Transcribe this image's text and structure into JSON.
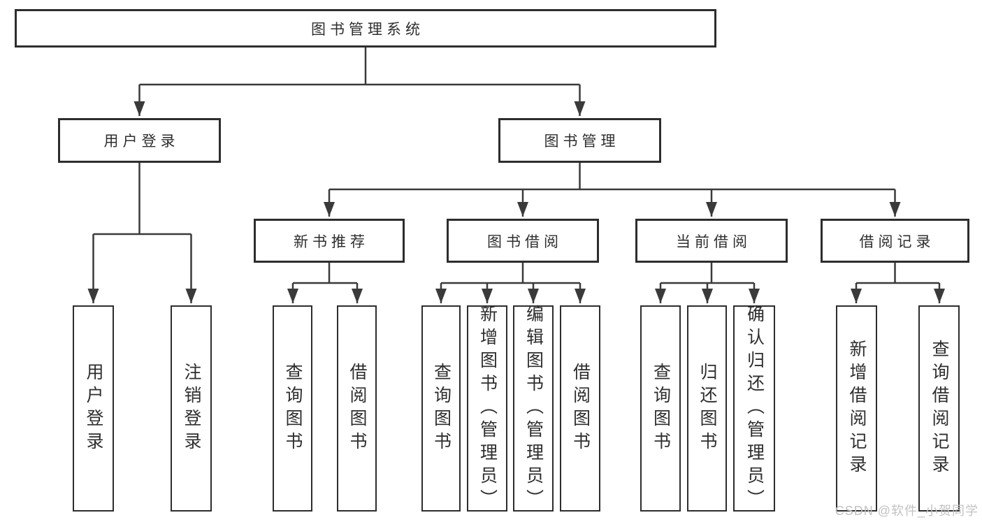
{
  "title": "图书管理系统",
  "watermark": "CSDN @软件_小贺同学",
  "colors": {
    "background": "#ffffff",
    "line": "#3a3a3a",
    "box_border": "#2d2d2d",
    "text": "#2e2e2e",
    "watermark": "#c2c2c2"
  },
  "tree": {
    "root": {
      "label": "图书管理系统"
    },
    "branches": [
      {
        "label": "用户登录",
        "children": [
          {
            "label": "用户登录"
          },
          {
            "label": "注销登录"
          }
        ]
      },
      {
        "label": "图书管理",
        "children": [
          {
            "label": "新书推荐",
            "children": [
              {
                "label": "查询图书"
              },
              {
                "label": "借阅图书"
              }
            ]
          },
          {
            "label": "图书借阅",
            "children": [
              {
                "label": "查询图书"
              },
              {
                "label": "新增图书（管理员）"
              },
              {
                "label": "编辑图书（管理员）"
              },
              {
                "label": "借阅图书"
              }
            ]
          },
          {
            "label": "当前借阅",
            "children": [
              {
                "label": "查询图书"
              },
              {
                "label": "归还图书"
              },
              {
                "label": "确认归还（管理员）"
              }
            ]
          },
          {
            "label": "借阅记录",
            "children": [
              {
                "label": "新增借阅记录"
              },
              {
                "label": "查询借阅记录"
              }
            ]
          }
        ]
      }
    ]
  }
}
